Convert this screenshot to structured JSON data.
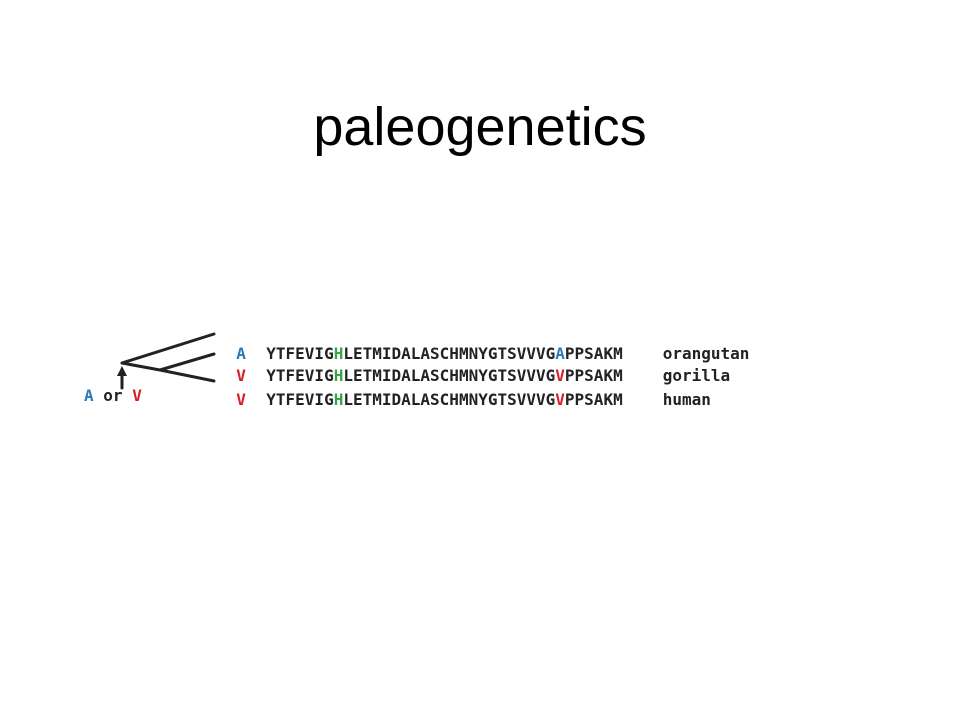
{
  "title": "paleogenetics",
  "colors": {
    "A": "#2a79b8",
    "V": "#d81e2a",
    "H": "#35a548",
    "text": "#222222"
  },
  "sequences": [
    {
      "residue": "A",
      "seq_pre": "YTFEVIG",
      "seq_h": "H",
      "seq_mid": "LETMIDALASCHMNYGTSVVVG",
      "seq_var": "A",
      "seq_post": "PPSAKM",
      "species": "orangutan"
    },
    {
      "residue": "V",
      "seq_pre": "YTFEVIG",
      "seq_h": "H",
      "seq_mid": "LETMIDALASCHMNYGTSVVVG",
      "seq_var": "V",
      "seq_post": "PPSAKM",
      "species": "gorilla"
    },
    {
      "residue": "V",
      "seq_pre": "YTFEVIG",
      "seq_h": "H",
      "seq_mid": "LETMIDALASCHMNYGTSVVVG",
      "seq_var": "V",
      "seq_post": "PPSAKM",
      "species": "human"
    }
  ],
  "ancestor": {
    "option_a": "A",
    "or": "or",
    "option_v": "V"
  }
}
